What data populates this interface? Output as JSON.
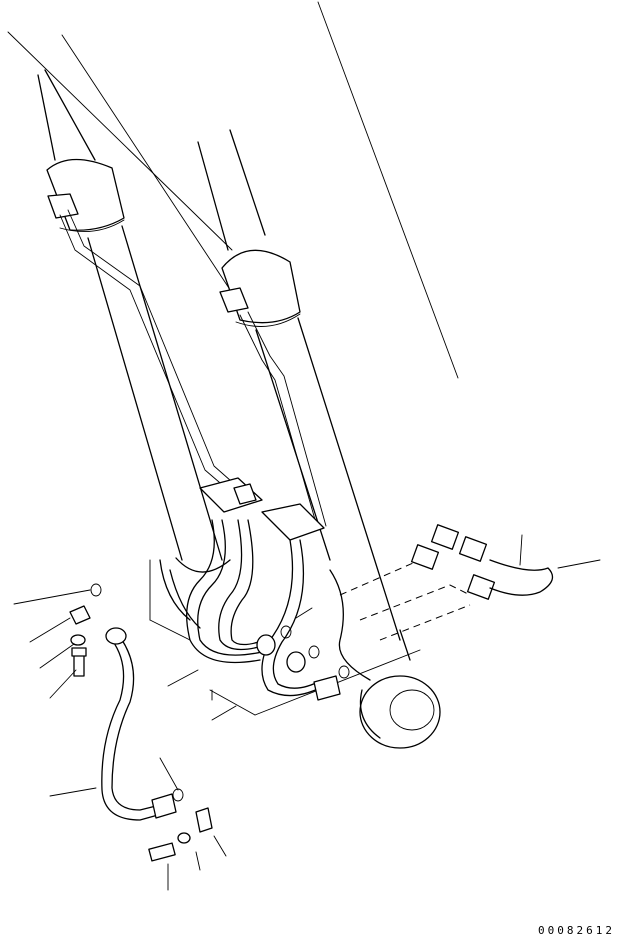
{
  "drawing": {
    "code": "00082612",
    "parts": [
      {
        "name": "hose-assembly"
      },
      {
        "name": "o-ring"
      },
      {
        "name": "split-flange"
      },
      {
        "name": "bolt"
      },
      {
        "name": "washer"
      }
    ]
  }
}
